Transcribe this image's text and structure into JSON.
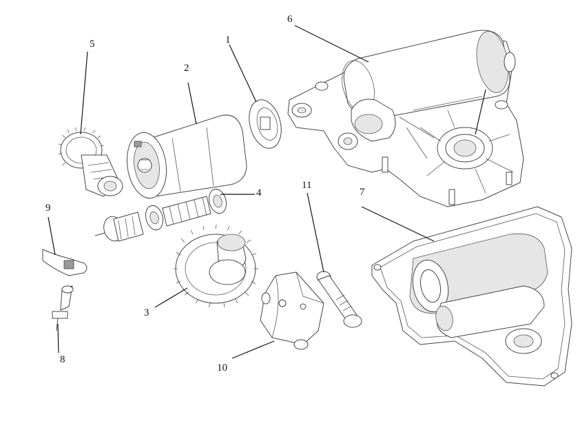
{
  "labels": {
    "p1": "1",
    "p2": "2",
    "p3": "3",
    "p4": "4",
    "p5": "5",
    "p6": "6",
    "p7": "7",
    "p8": "8",
    "p9": "9",
    "p10": "10",
    "p11": "11"
  }
}
